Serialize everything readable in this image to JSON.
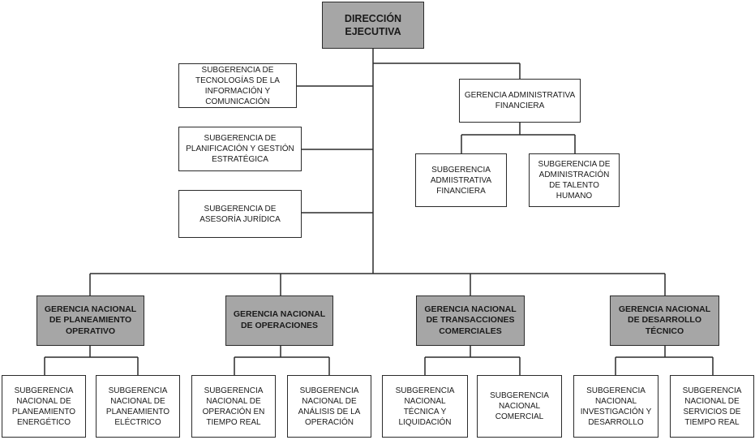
{
  "direccion": "DIRECCIÓN EJECUTIVA",
  "staff": {
    "tic": "SUBGERENCIA DE TECNOLOGÍAS DE LA INFORMACIÓN Y COMUNICACIÓN",
    "planificacion": "SUBGERENCIA DE PLANIFICACIÓN Y GESTIÓN ESTRATÉGICA",
    "juridica": "SUBGERENCIA DE ASESORÍA JURÍDICA"
  },
  "admin": {
    "title": "GERENCIA ADMINISTRATIVA FINANCIERA",
    "children": [
      "SUBGERENCIA ADMIISTRATIVA FINANCIERA",
      "SUBGERENCIA DE ADMINISTRACIÓN DE TALENTO HUMANO"
    ]
  },
  "gerencias": [
    {
      "title": "GERENCIA NACIONAL DE PLANEAMIENTO OPERATIVO",
      "children": [
        "SUBGERENCIA NACIONAL DE PLANEAMIENTO ENERGÉTICO",
        "SUBGERENCIA NACIONAL DE PLANEAMIENTO ELÉCTRICO"
      ]
    },
    {
      "title": "GERENCIA NACIONAL DE OPERACIONES",
      "children": [
        "SUBGERENCIA NACIONAL DE OPERACIÓN EN TIEMPO REAL",
        "SUBGERENCIA NACIONAL DE ANÁLISIS DE LA OPERACIÓN"
      ]
    },
    {
      "title": "GERENCIA NACIONAL DE TRANSACCIONES COMERCIALES",
      "children": [
        "SUBGERENCIA NACIONAL TÉCNICA Y LIQUIDACIÓN",
        "SUBGERENCIA NACIONAL COMERCIAL"
      ]
    },
    {
      "title": "GERENCIA NACIONAL DE DESARROLLO TÉCNICO",
      "children": [
        "SUBGERENCIA NACIONAL INVESTIGACIÓN Y DESARROLLO",
        "SUBGERENCIA NACIONAL DE SERVICIOS DE TIEMPO REAL"
      ]
    }
  ]
}
